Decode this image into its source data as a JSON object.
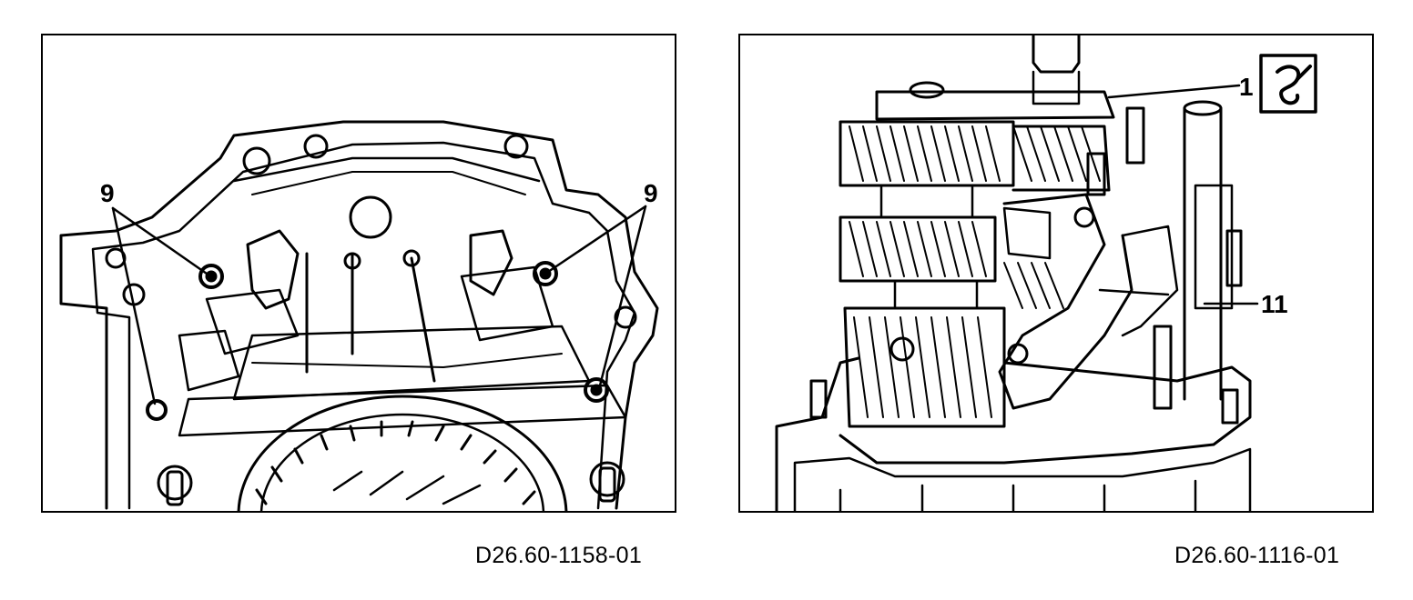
{
  "figures": [
    {
      "id": "left",
      "callouts": [
        "9",
        "9"
      ],
      "caption": "D26.60-1158-01"
    },
    {
      "id": "right",
      "callouts": [
        "1",
        "11"
      ],
      "symbol": "tool-symbol-icon",
      "caption": "D26.60-1116-01"
    }
  ],
  "colors": {
    "line": "#000000",
    "background": "#ffffff"
  }
}
